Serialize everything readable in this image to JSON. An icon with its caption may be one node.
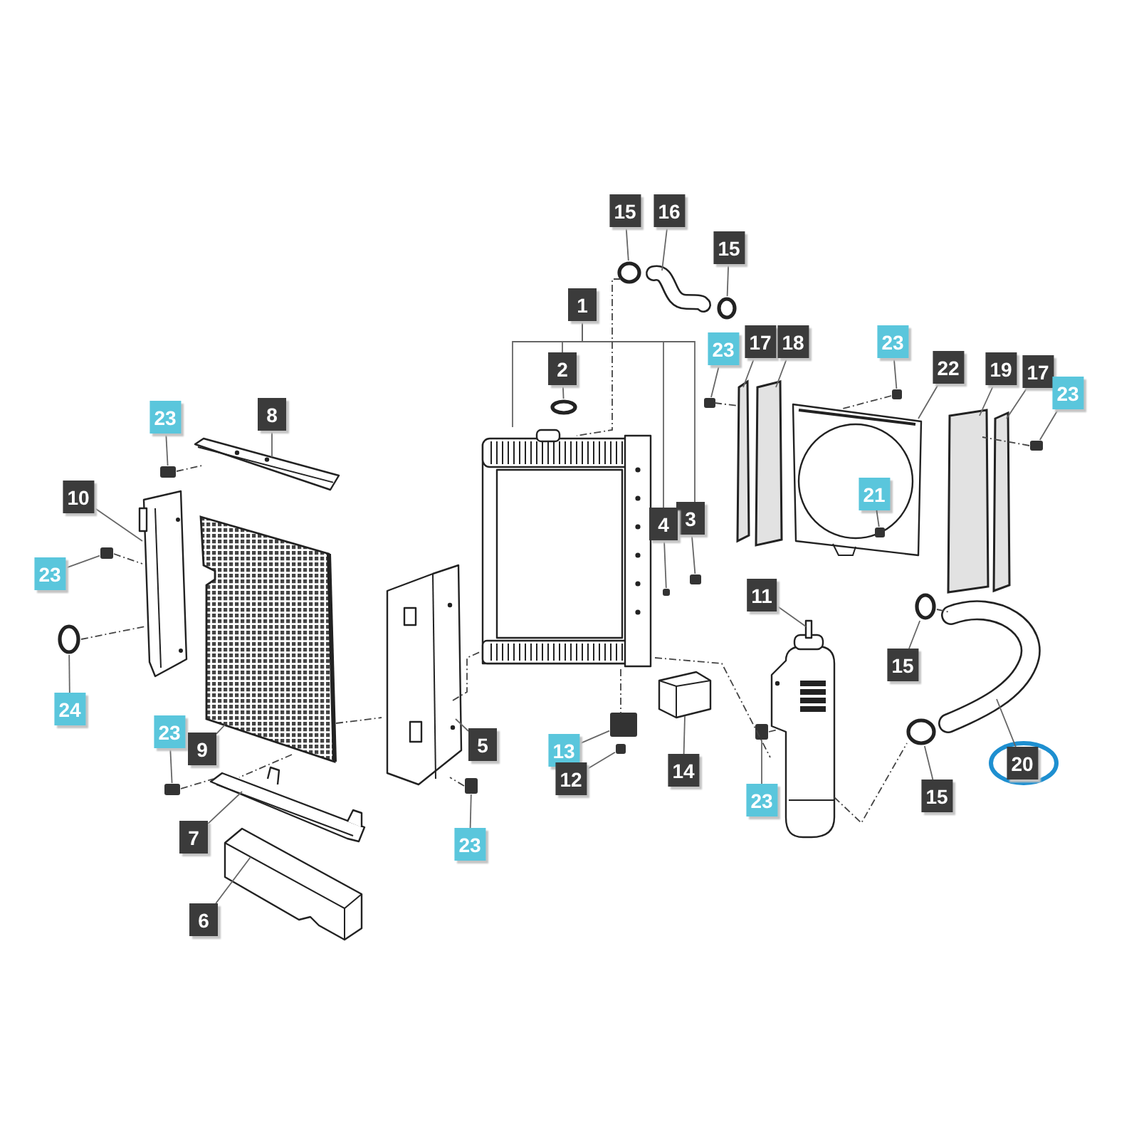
{
  "diagram": {
    "nodes": [
      {
        "text": [
          "15"
        ]
      },
      {
        "text": [
          "16"
        ]
      },
      {
        "text": [
          "15"
        ]
      },
      {
        "text": [
          "1"
        ]
      },
      {
        "text": [
          "23"
        ]
      },
      {
        "text": [
          "17"
        ]
      },
      {
        "text": [
          "18"
        ]
      },
      {
        "text": [
          "23"
        ]
      },
      {
        "text": [
          "2"
        ]
      },
      {
        "text": [
          "22"
        ]
      },
      {
        "text": [
          "19"
        ]
      },
      {
        "text": [
          "17"
        ]
      },
      {
        "text": [
          "23"
        ]
      },
      {
        "text": [
          "23"
        ]
      },
      {
        "text": [
          "8"
        ]
      },
      {
        "text": [
          "21"
        ],
        "in": 44
      },
      {
        "text": [
          "10"
        ]
      },
      {
        "text": [
          "3"
        ]
      },
      {
        "text": [
          "4"
        ]
      },
      {
        "text": [
          "23"
        ]
      },
      {
        "text": [
          "11"
        ]
      },
      {
        "text": [
          "15"
        ]
      },
      {
        "text": [
          "24"
        ]
      },
      {
        "text": [
          "23"
        ]
      },
      {
        "text": [
          "9"
        ]
      },
      {
        "text": [
          "5"
        ]
      },
      {
        "text": [
          "13"
        ]
      },
      {
        "text": [
          "20"
        ]
      },
      {
        "text": [
          "14"
        ]
      },
      {
        "text": [
          "12"
        ]
      },
      {
        "text": [
          "23"
        ]
      },
      {
        "text": [
          "15"
        ]
      },
      {
        "text": [
          "7"
        ]
      },
      {
        "text": [
          "23"
        ]
      },
      {
        "text": [
          "6"
        ]
      },
      {
        "text": [],
        "shape": "circle"
      },
      {
        "text": [],
        "shape": "picture"
      },
      {
        "text": [],
        "shape": "circle"
      },
      {
        "text": [],
        "shape": "picture"
      },
      {
        "text": [],
        "shape": "circle"
      },
      {
        "text": [],
        "shape": "box"
      },
      {
        "text": [],
        "shape": "bar"
      },
      {
        "text": [],
        "shape": "bar"
      },
      {
        "text": [],
        "shape": "box"
      },
      {
        "text": [],
        "shape": "picture"
      },
      {
        "text": [],
        "shape": "bar"
      },
      {
        "text": [],
        "shape": "bar"
      },
      {
        "text": [],
        "shape": "box"
      },
      {
        "text": [],
        "shape": "picture"
      },
      {
        "text": [],
        "shape": "box"
      },
      {
        "text": [],
        "shape": "picture"
      },
      {
        "text": [],
        "shape": "box",
        "in": 44
      },
      {
        "text": [],
        "shape": "box"
      },
      {
        "text": [],
        "shape": "box"
      },
      {
        "text": [],
        "shape": "box"
      },
      {
        "text": [],
        "shape": "picture"
      },
      {
        "text": [],
        "shape": "circle"
      },
      {
        "text": [],
        "shape": "picture"
      },
      {
        "text": [],
        "shape": "circle"
      },
      {
        "text": [],
        "shape": "picture"
      },
      {
        "text": [],
        "shape": "picture"
      },
      {
        "text": [],
        "shape": "picture"
      },
      {
        "text": [],
        "shape": "box"
      },
      {
        "text": [],
        "shape": "box"
      },
      {
        "text": [],
        "shape": "box"
      },
      {
        "text": [],
        "shape": "circle"
      },
      {
        "text": [],
        "shape": "box"
      },
      {
        "text": [],
        "shape": "picture"
      },
      {
        "text": [],
        "shape": "box"
      },
      {
        "text": [],
        "shape": "picture"
      }
    ],
    "edges": [
      {
        "from": 0,
        "to": 35,
        "arrow": "none"
      },
      {
        "from": 1,
        "to": 36,
        "arrow": "none"
      },
      {
        "from": 2,
        "to": 37,
        "arrow": "none"
      },
      {
        "from": 3,
        "to": 38,
        "arrow": "none"
      },
      {
        "from": 4,
        "to": 40,
        "arrow": "none"
      },
      {
        "from": 5,
        "to": 41,
        "arrow": "none"
      },
      {
        "from": 6,
        "to": 42,
        "arrow": "none"
      },
      {
        "from": 7,
        "to": 43,
        "arrow": "none"
      },
      {
        "from": 8,
        "to": 39,
        "arrow": "none"
      },
      {
        "from": 9,
        "to": 44,
        "arrow": "none"
      },
      {
        "from": 10,
        "to": 45,
        "arrow": "none"
      },
      {
        "from": 11,
        "to": 46,
        "arrow": "none"
      },
      {
        "from": 12,
        "to": 47,
        "arrow": "none"
      },
      {
        "from": 13,
        "to": 49,
        "arrow": "none"
      },
      {
        "from": 14,
        "to": 48,
        "arrow": "none"
      },
      {
        "from": 15,
        "to": 51,
        "arrow": "none"
      },
      {
        "from": 16,
        "to": 50,
        "arrow": "none"
      },
      {
        "from": 17,
        "to": 52,
        "arrow": "none"
      },
      {
        "from": 18,
        "to": 53,
        "arrow": "none"
      },
      {
        "from": 19,
        "to": 54,
        "arrow": "none"
      },
      {
        "from": 20,
        "to": 55,
        "arrow": "none"
      },
      {
        "from": 21,
        "to": 56,
        "arrow": "none"
      },
      {
        "from": 22,
        "to": 58,
        "arrow": "none"
      },
      {
        "from": 23,
        "to": 66,
        "arrow": "none"
      },
      {
        "from": 24,
        "to": 59,
        "arrow": "none"
      },
      {
        "from": 25,
        "to": 60,
        "arrow": "none"
      },
      {
        "from": 26,
        "to": 62,
        "arrow": "none"
      },
      {
        "from": 27,
        "to": 57,
        "arrow": "none"
      },
      {
        "from": 28,
        "to": 61,
        "arrow": "none"
      },
      {
        "from": 29,
        "to": 63,
        "arrow": "none"
      },
      {
        "from": 30,
        "to": 64,
        "arrow": "none"
      },
      {
        "from": 31,
        "to": 65,
        "arrow": "none"
      },
      {
        "from": 32,
        "to": 67,
        "arrow": "none"
      },
      {
        "from": 33,
        "to": 68,
        "arrow": "none"
      },
      {
        "from": 34,
        "to": 69,
        "arrow": "none"
      },
      {
        "from": 3,
        "to": 8,
        "arrow": "none"
      },
      {
        "from": 3,
        "to": 18,
        "arrow": "none"
      },
      {
        "from": 3,
        "to": 17,
        "arrow": "none"
      },
      {
        "from": 35,
        "to": 38,
        "arrow": "none",
        "style": "dashed"
      },
      {
        "from": 40,
        "to": 41,
        "arrow": "none",
        "style": "dashed"
      },
      {
        "from": 43,
        "to": 44,
        "arrow": "none",
        "style": "dashed"
      },
      {
        "from": 47,
        "to": 45,
        "arrow": "none",
        "style": "dashed"
      },
      {
        "from": 49,
        "to": 48,
        "arrow": "none",
        "style": "dashed"
      },
      {
        "from": 54,
        "to": 50,
        "arrow": "none",
        "style": "dashed"
      },
      {
        "from": 58,
        "to": 50,
        "arrow": "none",
        "style": "dashed"
      },
      {
        "from": 59,
        "to": 60,
        "arrow": "none",
        "style": "dashed"
      },
      {
        "from": 60,
        "to": 38,
        "arrow": "none",
        "style": "dashed"
      },
      {
        "from": 66,
        "to": 67,
        "arrow": "none",
        "style": "dashed"
      },
      {
        "from": 59,
        "to": 67,
        "arrow": "none",
        "style": "dashed"
      },
      {
        "from": 68,
        "to": 60,
        "arrow": "none",
        "style": "dashed"
      },
      {
        "from": 38,
        "to": 62,
        "arrow": "none",
        "style": "dashed"
      },
      {
        "from": 38,
        "to": 55,
        "arrow": "none",
        "style": "dashed"
      },
      {
        "from": 64,
        "to": 55,
        "arrow": "none",
        "style": "dashed"
      },
      {
        "from": 55,
        "to": 65,
        "arrow": "none",
        "style": "dashed"
      },
      {
        "from": 56,
        "to": 57,
        "arrow": "none",
        "style": "dashed"
      }
    ]
  }
}
